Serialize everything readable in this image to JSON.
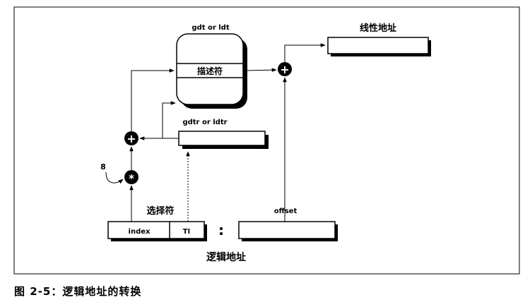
{
  "diagram": {
    "gdt_ldt_label": "gdt or ldt",
    "descriptor_label": "描述符",
    "linear_address_label": "线性地址",
    "gdtr_ldtr_label": "gdtr or ldtr",
    "multiplier_label": "8",
    "selector_label": "选择符",
    "index_label": "index",
    "ti_label": "TI",
    "colon_label": ":",
    "offset_label": "offset",
    "logical_address_label": "逻辑地址",
    "plus_symbol": "+",
    "times_symbol": "*"
  },
  "caption": "图 2-5：逻辑地址的转换"
}
